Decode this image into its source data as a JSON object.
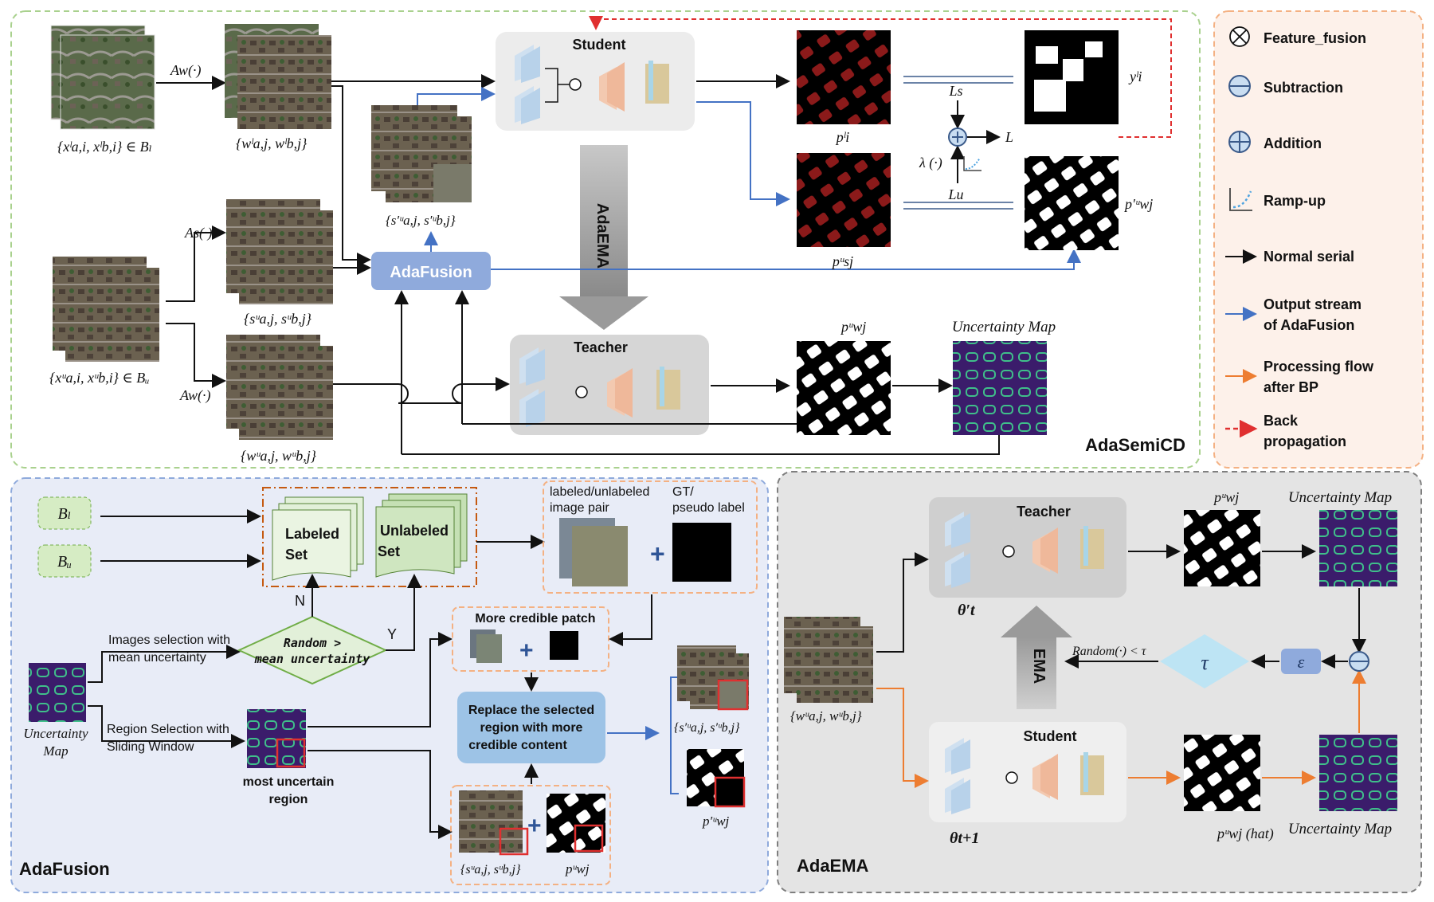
{
  "legend": {
    "feature_fusion": "Feature_fusion",
    "subtraction": "Subtraction",
    "addition": "Addition",
    "ramp_up": "Ramp-up",
    "normal_serial": "Normal serial",
    "output_stream_1": "Output stream",
    "output_stream_2": "of AdaFusion",
    "processing_flow_1": "Processing flow",
    "processing_flow_2": "after BP",
    "back_prop_1": "Back",
    "back_prop_2": "propagation"
  },
  "semicd": {
    "title": "AdaSemiCD",
    "student": "Student",
    "teacher": "Teacher",
    "adafusion": "AdaFusion",
    "adaema": "AdaEMA",
    "aw_top": "Aw(·)",
    "as": "As(·)",
    "aw_bottom": "Aw(·)",
    "x_labeled": "{xˡa,i, xˡb,i} ∈ Bₗ",
    "w_labeled": "{wˡa,j, wˡb,j}",
    "x_unlabeled": "{xᵘa,i, xᵘb,i} ∈ Bᵤ",
    "s_unlabeled": "{sᵘa,j, sᵘb,j}",
    "w_unlabeled": "{wᵘa,j, wᵘb,j}",
    "s_prime": "{s′ᵘa,j, s′ᵘb,j}",
    "p_l": "pˡi",
    "p_s": "pᵘsj",
    "y_l": "yˡi",
    "p_prime_w": "p′ᵘwj",
    "p_w": "pᵘwj",
    "ls": "Ls",
    "lu": "Lu",
    "loss": "L",
    "lambda": "λ (·)",
    "uncertainty_map": "Uncertainty Map"
  },
  "fusion": {
    "title": "AdaFusion",
    "bl": "Bₗ",
    "bu": "Bᵤ",
    "labeled_set_1": "Labeled",
    "labeled_set_2": "Set",
    "unlabeled_set_1": "Unlabeled",
    "unlabeled_set_2": "Set",
    "pair_label_1": "labeled/unlabeled",
    "pair_label_2": "image pair",
    "gt_label_1": "GT/",
    "gt_label_2": "pseudo label",
    "decision_1": "Random >",
    "decision_2": "mean uncertainty",
    "yes": "Y",
    "no": "N",
    "images_selection_1": "Images selection with",
    "images_selection_2": "mean uncertainty",
    "region_selection_1": "Region Selection with",
    "region_selection_2": "Sliding Window",
    "uncertainty_1": "Uncertainty",
    "uncertainty_2": "Map",
    "most_uncertain_1": "most uncertain",
    "most_uncertain_2": "region",
    "credible_patch": "More credible patch",
    "replace_1": "Replace the selected",
    "replace_2": "region with more",
    "replace_3": "credible content",
    "s_unlabeled": "{sᵘa,j, sᵘb,j}",
    "p_w": "pᵘwj",
    "s_prime": "{s′ᵘa,j, s′ᵘb,j}",
    "p_prime_w": "p′ᵘwj"
  },
  "ema": {
    "title": "AdaEMA",
    "teacher": "Teacher",
    "student": "Student",
    "theta_teacher": "θ′t",
    "theta_student": "θt+1",
    "ema": "EMA",
    "random_cond": "Random(·) < τ",
    "tau": "τ",
    "epsilon": "ε",
    "p_w": "pᵘwj",
    "p_w_hat": "pᵘwj (hat)",
    "uncertainty_map": "Uncertainty Map",
    "w_unlabeled": "{wᵘa,j, wᵘb,j}"
  },
  "colors": {
    "semicd_border": "#a9d18e",
    "legend_border": "#f4b183",
    "legend_fill": "#fdf1ea",
    "fusion_border": "#8faadc",
    "fusion_fill": "#e8ecf7",
    "ema_border": "#7f7f7f",
    "ema_fill": "#e4e4e4",
    "blue_stream": "#4472c4",
    "orange_flow": "#ed7d31",
    "back_prop": "#e03030",
    "adafusion_box": "#8faadc",
    "tau_diamond": "#bde4f4"
  }
}
